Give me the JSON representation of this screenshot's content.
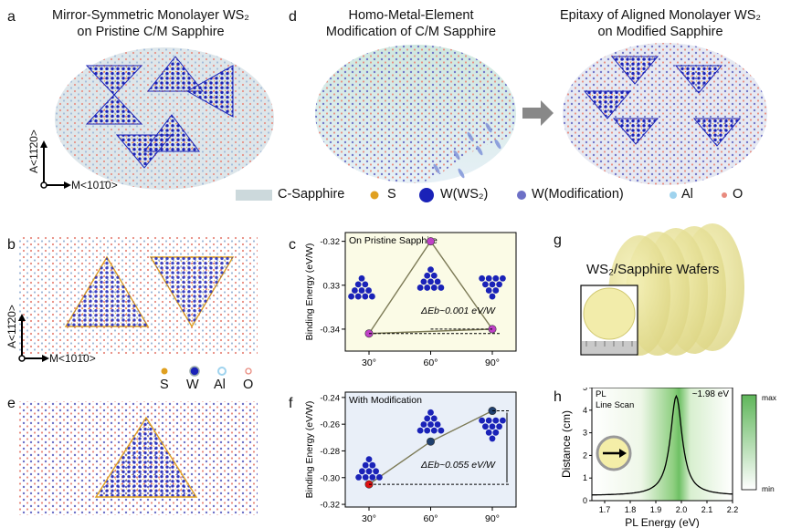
{
  "panel_letters": {
    "a": "a",
    "b": "b",
    "c": "c",
    "d": "d",
    "e": "e",
    "f": "f",
    "g": "g",
    "h": "h"
  },
  "panel_a": {
    "title_line1": "Mirror-Symmetric Monolayer WS₂",
    "title_line2": "on Pristine C/M Sapphire",
    "axis_vertical": "A<11̄20>",
    "axis_horizontal": "M<101̄0>"
  },
  "panel_d": {
    "title_left_line1": "Homo-Metal-Element",
    "title_left_line2": "Modification of C/M Sapphire",
    "title_right_line1": "Epitaxy of Aligned Monolayer WS₂",
    "title_right_line2": "on Modified Sapphire"
  },
  "legend_top": [
    {
      "label": "C-Sapphire",
      "color": "#ccd9dc"
    },
    {
      "label": "S",
      "color": "#e0a020"
    },
    {
      "label": "W(WS₂)",
      "color": "#1a22b8"
    },
    {
      "label": "W(Modification)",
      "color": "#6d70c6"
    },
    {
      "label": "Al",
      "color": "#9fd3ee"
    },
    {
      "label": "O",
      "color": "#e88a7e"
    }
  ],
  "panel_b": {
    "axis_vertical": "A<11̄20>",
    "axis_horizontal": "M<101̄0>",
    "legend": [
      {
        "label": "S",
        "color": "#e0a020"
      },
      {
        "label": "W",
        "color": "#1a22b8"
      },
      {
        "label": "Al",
        "color": "#9fd3ee"
      },
      {
        "label": "O",
        "color": "#e88a7e"
      }
    ]
  },
  "panel_g": {
    "label": "WS₂/Sapphire Wafers"
  },
  "chart_data": [
    {
      "type": "line",
      "panel": "c",
      "inset_title": "On Pristine Sapphire",
      "ylabel": "Binding Energy (eV/W)",
      "xlabel": "",
      "categories": [
        "30°",
        "60°",
        "90°"
      ],
      "values": [
        -0.341,
        -0.32,
        -0.34
      ],
      "ylim": [
        -0.345,
        -0.318
      ],
      "yticks": [
        -0.32,
        -0.33,
        -0.34
      ],
      "yticklabels": [
        "-0.32",
        "0.33",
        "-0.34"
      ],
      "annotation": "ΔEb~0.001 eV/W",
      "background": "#fbfbe6"
    },
    {
      "type": "line",
      "panel": "f",
      "inset_title": "With Modification",
      "ylabel": "Binding Energy (eV/W)",
      "xlabel": "",
      "categories": [
        "30°",
        "60°",
        "90°"
      ],
      "values": [
        -0.305,
        -0.273,
        -0.25
      ],
      "ylim": [
        -0.322,
        -0.236
      ],
      "yticks": [
        -0.24,
        -0.26,
        -0.28,
        -0.3,
        -0.32
      ],
      "yticklabels": [
        "-0.24",
        "-0.26",
        "-0.28",
        "-0.30",
        "-0.32"
      ],
      "annotation": "ΔEb~0.055 eV/W",
      "background": "#e9eff8"
    },
    {
      "type": "line",
      "panel": "h",
      "inset_title_line1": "PL",
      "inset_title_line2": "Line Scan",
      "peak_label": "~1.98 eV",
      "xlabel": "PL Energy (eV)",
      "ylabel": "Distance (cm)",
      "xlim": [
        1.65,
        2.2
      ],
      "ylim": [
        0,
        5
      ],
      "xticks": [
        "1.7",
        "1.8",
        "1.9",
        "2.0",
        "2.1",
        "2.2"
      ],
      "yticks": [
        "0",
        "1",
        "2",
        "3",
        "4",
        "5"
      ],
      "colorbar_max": "max",
      "colorbar_min": "min",
      "peak_energy": 1.98
    }
  ]
}
